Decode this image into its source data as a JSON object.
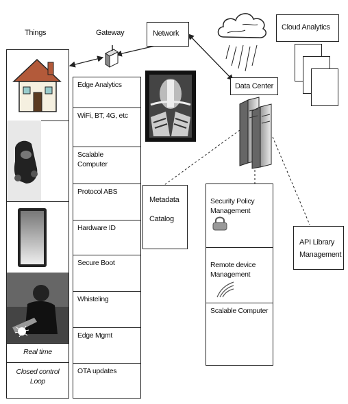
{
  "headers": {
    "things": "Things",
    "gateway": "Gateway",
    "network": "Network",
    "cloud_analytics": "Cloud Analytics",
    "data_center": "Data Center"
  },
  "things": {
    "real_time": "Real time",
    "closed_loop": "Closed control\nLoop"
  },
  "gateway_items": [
    "Edge Analytics",
    "WiFi, BT, 4G, etc",
    "Scalable\nComputer",
    "Protocol ABS",
    "Hardware ID",
    "Secure Boot",
    "Whisteling",
    "Edge Mgmt",
    "OTA updates"
  ],
  "metadata": "Metadata\n\nCatalog",
  "datacenter_items": [
    "Security Policy\nManagement",
    "Remote device\nManagement",
    "Scalable Computer"
  ],
  "api": "API Library\nManagement",
  "colors": {
    "line": "#222222",
    "shade": "#555555"
  }
}
